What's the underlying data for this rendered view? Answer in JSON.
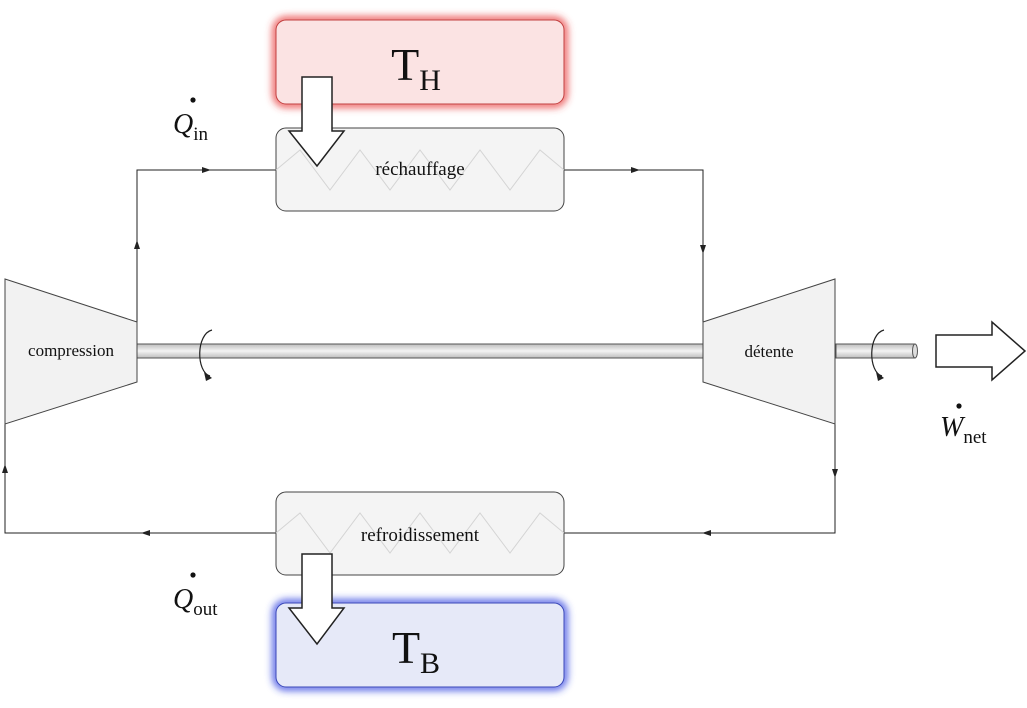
{
  "hot_reservoir": {
    "symbol": "T",
    "subscript": "H",
    "glow_color": "#e83a3a",
    "fill_color": "#fbe3e3"
  },
  "cold_reservoir": {
    "symbol": "T",
    "subscript": "B",
    "glow_color": "#2f3fe0",
    "fill_color": "#e6e9f8"
  },
  "heater": {
    "label": "réchauffage"
  },
  "cooler": {
    "label": "refroidissement"
  },
  "compressor": {
    "label": "compression"
  },
  "turbine": {
    "label": "détente"
  },
  "heat_in": {
    "symbol": "Q",
    "subscript": "in"
  },
  "heat_out": {
    "symbol": "Q",
    "subscript": "out"
  },
  "work_net": {
    "symbol": "W",
    "subscript": "net"
  },
  "colors": {
    "component_fill": "#f4f4f4",
    "component_stroke": "#444444",
    "line": "#222222"
  }
}
